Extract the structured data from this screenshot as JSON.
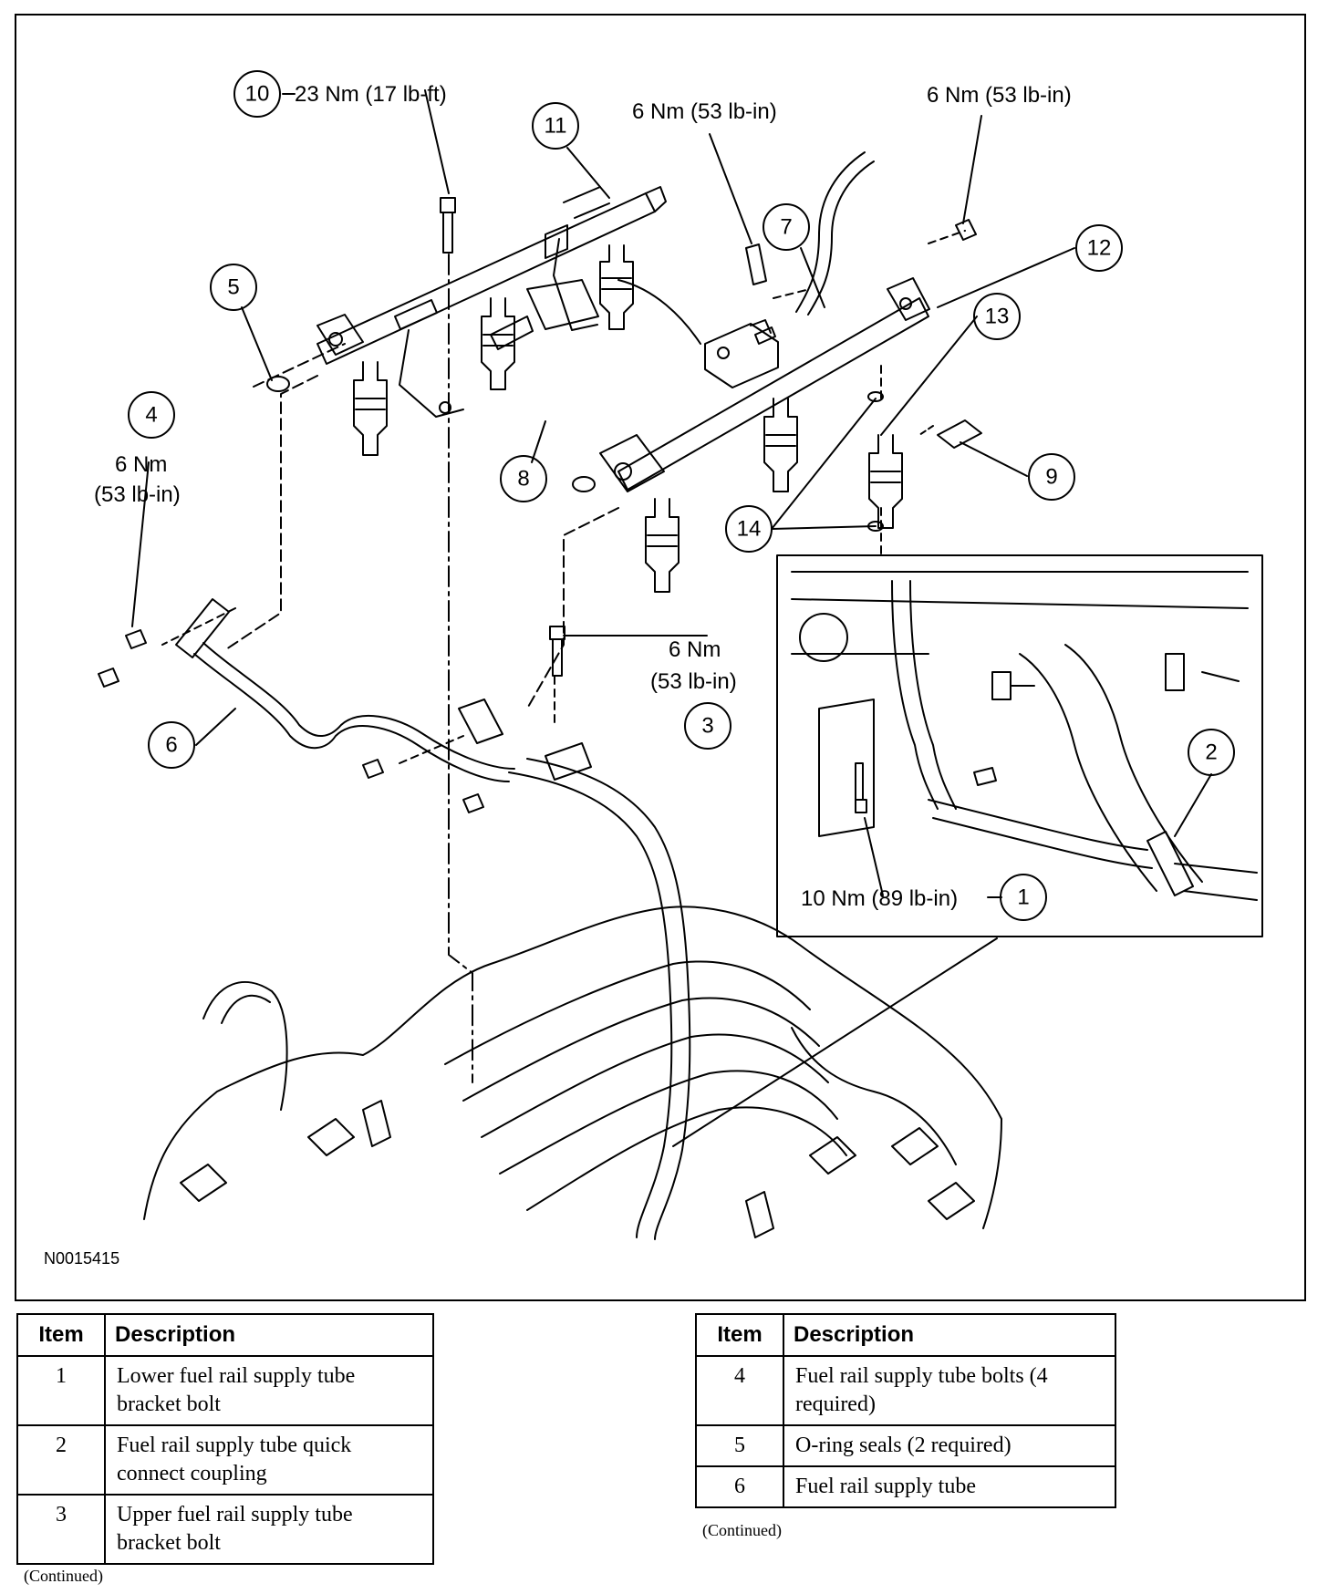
{
  "figure": {
    "id": "N0015415",
    "callouts": {
      "c1": "1",
      "c2": "2",
      "c3": "3",
      "c4": "4",
      "c5": "5",
      "c6": "6",
      "c7": "7",
      "c8": "8",
      "c9": "9",
      "c10": "10",
      "c11": "11",
      "c12": "12",
      "c13": "13",
      "c14": "14"
    },
    "torques": {
      "t10": "23 Nm (17 lb-ft)",
      "t7": "6 Nm (53 lb-in)",
      "t12": "6 Nm (53 lb-in)",
      "t4_a": "6 Nm",
      "t4_b": "(53 lb-in)",
      "t3_a": "6 Nm",
      "t3_b": "(53 lb-in)",
      "t1": "10 Nm (89 lb-in)"
    }
  },
  "tables": [
    {
      "headers": {
        "item": "Item",
        "description": "Description"
      },
      "rows": [
        {
          "item": "1",
          "description": "Lower fuel rail supply tube bracket bolt"
        },
        {
          "item": "2",
          "description": "Fuel rail supply tube quick connect coupling"
        },
        {
          "item": "3",
          "description": "Upper fuel rail supply tube bracket bolt"
        }
      ],
      "note": "(Continued)"
    },
    {
      "headers": {
        "item": "Item",
        "description": "Description"
      },
      "rows": [
        {
          "item": "4",
          "description": "Fuel rail supply tube bolts (4 required)"
        },
        {
          "item": "5",
          "description": "O-ring seals (2 required)"
        },
        {
          "item": "6",
          "description": "Fuel rail supply tube"
        }
      ],
      "note": "(Continued)"
    }
  ]
}
